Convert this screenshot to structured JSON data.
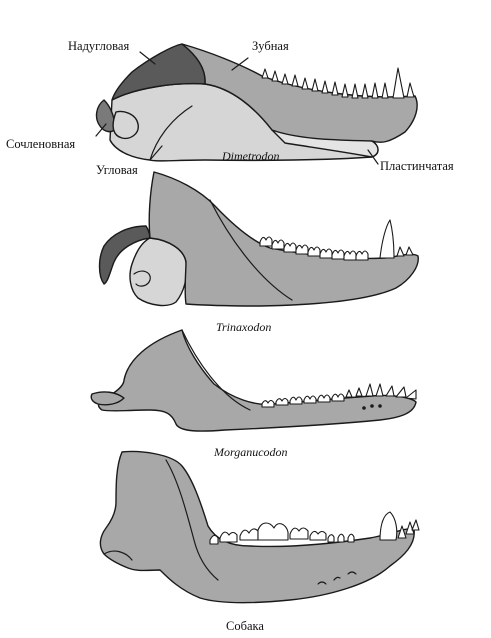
{
  "colors": {
    "dentary": "#a8a8a8",
    "angular": "#d6d6d6",
    "surangular": "#5a5a5a",
    "articular": "#7a7a7a",
    "outline": "#1a1a1a",
    "teeth": "#ffffff"
  },
  "labels": {
    "surangular": "Надугловая",
    "dentary": "Зубная",
    "articular": "Сочленовная",
    "angular": "Угловая",
    "splenial": "Пластинчатая"
  },
  "species": {
    "dimetrodon": "Dimetrodon",
    "trinaxodon": "Trinaxodon",
    "morganucodon": "Morganucodon",
    "dog": "Собака"
  }
}
